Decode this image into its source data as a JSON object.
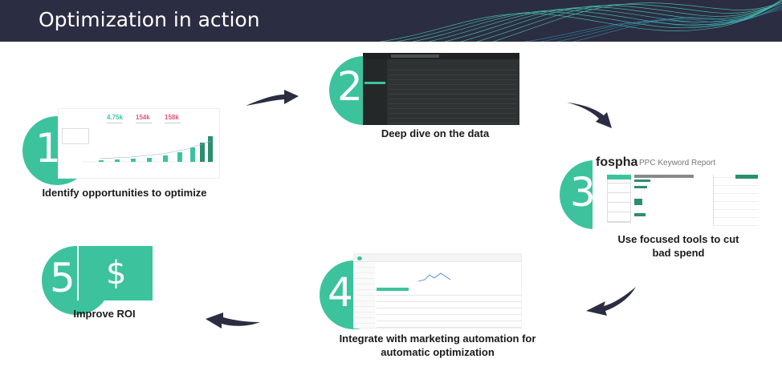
{
  "header": {
    "title": "Optimization in action"
  },
  "colors": {
    "header_bg": "#2b2d42",
    "accent": "#3cc39e",
    "arrow": "#2b2d42"
  },
  "steps": [
    {
      "number": "1",
      "caption": "Identify opportunities to optimize",
      "stats": [
        "4.75k",
        "154k",
        "158k"
      ]
    },
    {
      "number": "2",
      "caption": "Deep dive on the data"
    },
    {
      "number": "3",
      "caption_line1": "Use focused tools to cut",
      "caption_line2": "bad spend",
      "brand": "fospha",
      "report_title": "PPC Keyword Report"
    },
    {
      "number": "4",
      "caption_line1": "Integrate with marketing automation for",
      "caption_line2": "automatic optimization"
    },
    {
      "number": "5",
      "caption": "Improve ROI",
      "symbol": "$"
    }
  ]
}
